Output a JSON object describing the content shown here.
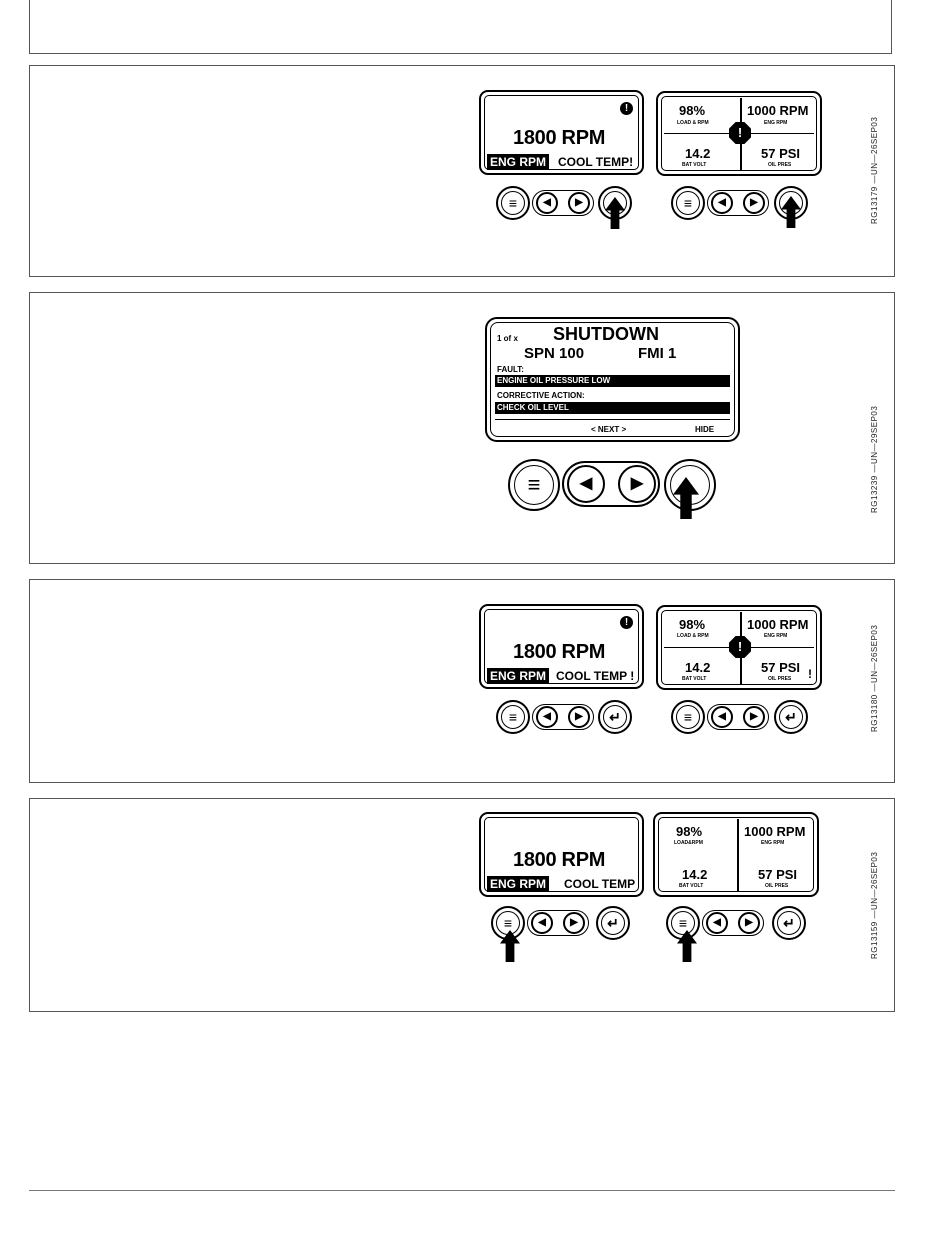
{
  "figures": {
    "fig1": {
      "caption": "RG13179 —UN—26SEP03",
      "single": {
        "rpm": "1800 RPM",
        "tab_active": "ENG RPM",
        "tab_other": "COOL TEMP!",
        "alert": "!"
      },
      "quad": {
        "q1_value": "98%",
        "q1_label": "LOAD & RPM",
        "q2_value": "1000 RPM",
        "q2_label": "ENG RPM",
        "q3_value": "14.2",
        "q3_label": "BAT VOLT",
        "q4_value": "57 PSI",
        "q4_label": "OIL PRES",
        "warning": "!"
      }
    },
    "fig2": {
      "caption": "RG13239 —UN—29SEP03",
      "counter": "1 of x",
      "title": "SHUTDOWN",
      "spn": "SPN 100",
      "fmi": "FMI 1",
      "fault_label": "FAULT:",
      "fault_text": "ENGINE OIL PRESSURE LOW",
      "action_label": "CORRECTIVE ACTION:",
      "action_text": "CHECK OIL LEVEL",
      "next_label": "< NEXT >",
      "hide_label": "HIDE"
    },
    "fig3": {
      "caption": "RG13180 —UN—26SEP03",
      "single": {
        "rpm": "1800 RPM",
        "tab_active": "ENG RPM",
        "tab_other": "COOL TEMP !",
        "alert": "!"
      },
      "quad": {
        "q1_value": "98%",
        "q1_label": "LOAD & RPM",
        "q2_value": "1000 RPM",
        "q2_label": "ENG RPM",
        "q3_value": "14.2",
        "q3_label": "BAT VOLT",
        "q4_value": "57 PSI",
        "q4_label": "OIL PRES",
        "warning": "!",
        "small_alert": "!"
      }
    },
    "fig4": {
      "caption": "RG13159 —UN—26SEP03",
      "single": {
        "rpm": "1800 RPM",
        "tab_active": "ENG RPM",
        "tab_other": "COOL TEMP"
      },
      "quad": {
        "q1_value": "98%",
        "q1_label": "LOAD&RPM",
        "q2_value": "1000 RPM",
        "q2_label": "ENG RPM",
        "q3_value": "14.2",
        "q3_label": "BAT VOLT",
        "q4_value": "57 PSI",
        "q4_label": "OIL PRES"
      }
    }
  },
  "icons": {
    "menu": "menu-icon",
    "left": "left-arrow-icon",
    "right": "right-arrow-icon",
    "enter": "enter-icon",
    "press": "press-arrow-icon",
    "alert": "alert-icon",
    "warning": "warning-icon"
  }
}
